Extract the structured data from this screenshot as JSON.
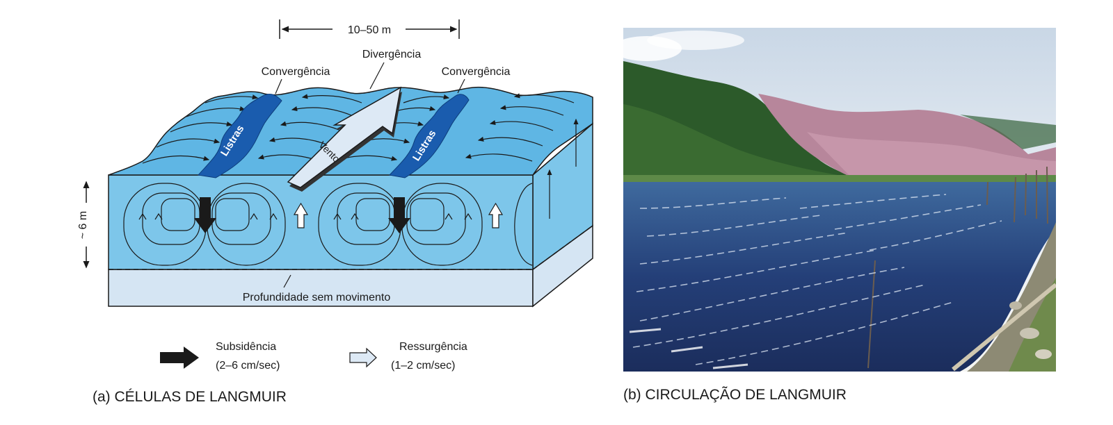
{
  "panel_a": {
    "width_label": "10–50 m",
    "divergence_label": "Divergência",
    "convergence_label_left": "Convergência",
    "convergence_label_right": "Convergência",
    "streak_label_left": "Listras",
    "streak_label_right": "Listras",
    "wind_label": "Vento",
    "depth_label": "~ 6 m",
    "still_depth_label": "Profundidade sem movimento",
    "legend": {
      "sinking_label": "Subsidência",
      "sinking_rate": "(2–6 cm/sec)",
      "rising_label": "Ressurgência",
      "rising_rate": "(1–2 cm/sec)"
    },
    "caption": "(a) CÉLULAS DE LANGMUIR"
  },
  "panel_b": {
    "caption": "(b) CIRCULAÇÃO DE LANGMUIR"
  },
  "colors": {
    "water_front": "#7dc6ea",
    "water_surface": "#5fb6e4",
    "water_deep": "#d5e5f3",
    "streak": "#1a5cae",
    "arrow_light": "#dde9f5",
    "ink": "#1a1a1a"
  }
}
